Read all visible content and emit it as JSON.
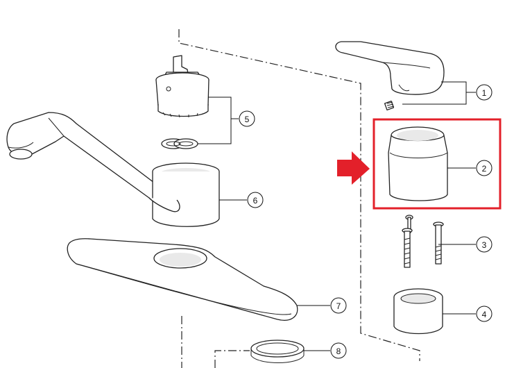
{
  "callouts": [
    {
      "id": "1",
      "label": "1"
    },
    {
      "id": "2",
      "label": "2"
    },
    {
      "id": "3",
      "label": "3"
    },
    {
      "id": "4",
      "label": "4"
    },
    {
      "id": "5",
      "label": "5"
    },
    {
      "id": "6",
      "label": "6"
    },
    {
      "id": "7",
      "label": "7"
    },
    {
      "id": "8",
      "label": "8"
    }
  ],
  "highlight": {
    "part": "2",
    "color": "#e3202a"
  }
}
